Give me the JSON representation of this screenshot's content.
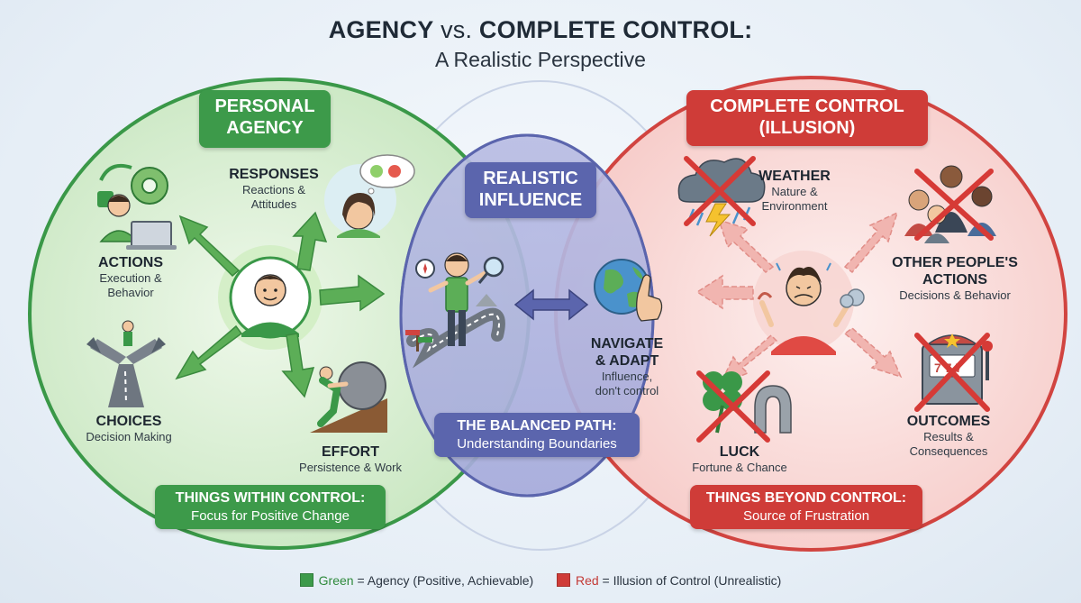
{
  "title": {
    "part1": "AGENCY",
    "vs": " vs. ",
    "part2": "COMPLETE CONTROL:",
    "subtitle": "A Realistic Perspective"
  },
  "colors": {
    "agency_green": "#3d9a4a",
    "illusion_red": "#cf3c38",
    "influence_blue": "#5b65ad"
  },
  "agency": {
    "header_line1": "PERSONAL",
    "header_line2": "AGENCY",
    "items": [
      {
        "title": "ACTIONS",
        "desc1": "Execution &",
        "desc2": "Behavior",
        "icon": "gear-laptop-icon"
      },
      {
        "title": "RESPONSES",
        "desc1": "Reactions &",
        "desc2": "Attitudes",
        "icon": "thought-bubble-icon"
      },
      {
        "title": "CHOICES",
        "desc1": "Decision Making",
        "desc2": "",
        "icon": "crossroads-icon"
      },
      {
        "title": "EFFORT",
        "desc1": "Persistence & Work",
        "desc2": "",
        "icon": "boulder-push-icon"
      }
    ],
    "footer_title": "THINGS WITHIN CONTROL:",
    "footer_desc": "Focus for Positive Change"
  },
  "influence": {
    "header_line1": "REALISTIC",
    "header_line2": "INFLUENCE",
    "navigate_line1": "NAVIGATE",
    "navigate_line2": "& ADAPT",
    "navigate_desc1": "Influence,",
    "navigate_desc2": "don't control",
    "footer_title": "THE BALANCED PATH:",
    "footer_desc": "Understanding Boundaries"
  },
  "illusion": {
    "header_line1": "COMPLETE CONTROL",
    "header_line2": "(ILLUSION)",
    "items": [
      {
        "title": "WEATHER",
        "desc1": "Nature &",
        "desc2": "Environment",
        "icon": "storm-cloud-icon"
      },
      {
        "title": "OTHER PEOPLE'S",
        "title2": "ACTIONS",
        "desc1": "Decisions & Behavior",
        "desc2": "",
        "icon": "people-group-icon"
      },
      {
        "title": "OUTCOMES",
        "desc1": "Results &",
        "desc2": "Consequences",
        "icon": "slot-machine-icon"
      },
      {
        "title": "LUCK",
        "desc1": "Fortune & Chance",
        "desc2": "",
        "icon": "clover-horseshoe-icon"
      }
    ],
    "footer_title": "THINGS BEYOND CONTROL:",
    "footer_desc": "Source of Frustration"
  },
  "legend": {
    "green_word": "Green",
    "green_text": " = Agency (Positive, Achievable)",
    "red_word": "Red",
    "red_text": " = Illusion of Control (Unrealistic)"
  }
}
